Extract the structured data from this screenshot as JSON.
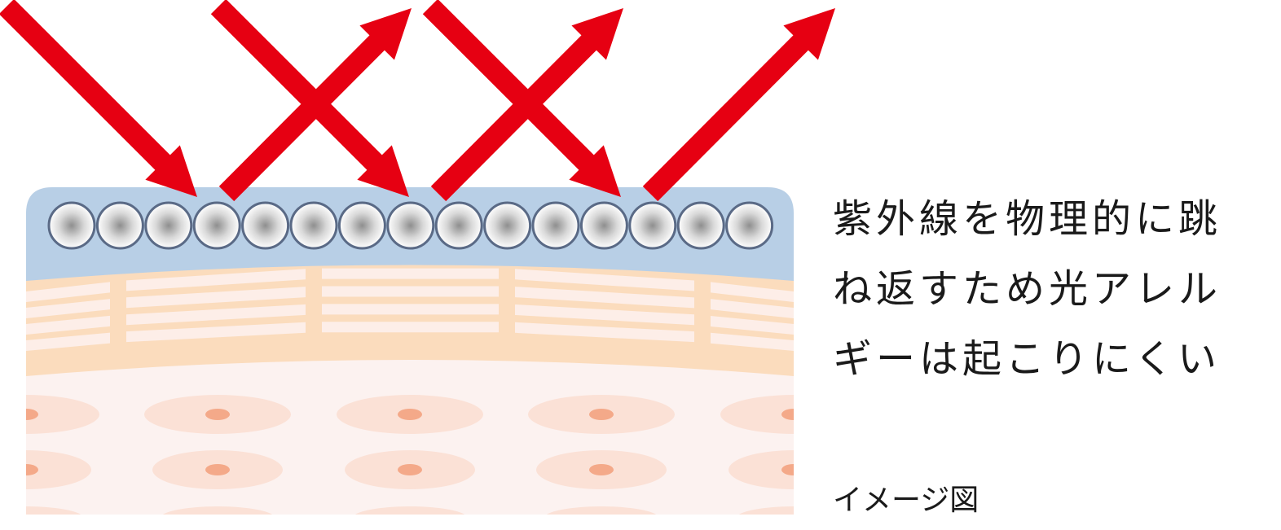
{
  "caption": {
    "lines": [
      "紫外線を物理的に跳",
      "ね返すため光アレル",
      "ギーは起こりにくい"
    ],
    "note": "イメージ図"
  },
  "colors": {
    "arrow": "#e60012",
    "coating_layer": "#b8cfe6",
    "particle_edge": "#5a6a86",
    "particle_center": "#9a9a9a",
    "skin_band": "#fbdcbd",
    "skin_base": "#fcf2f0",
    "cell": "#fbe1d6",
    "nucleus": "#f4a989"
  },
  "diagram": {
    "particle_count": 15,
    "incoming_rays": 3,
    "reflected_rays": 3
  }
}
